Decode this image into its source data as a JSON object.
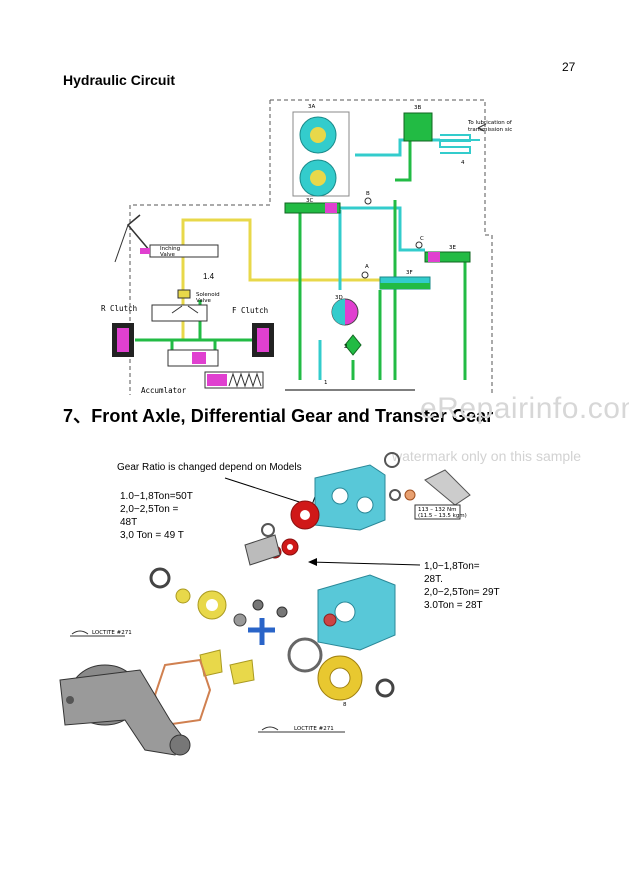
{
  "page_number": "27",
  "section1": {
    "title": "Hydraulic Circuit",
    "labels": {
      "3A": "3A",
      "3B": "3B",
      "3C": "3C",
      "3D": "3D",
      "3E": "3E",
      "3F": "3F",
      "A": "A",
      "B": "B",
      "C": "C",
      "n1": "1",
      "n2": "2",
      "n4": "4",
      "n14": "1.4",
      "lubrication": "To lubrication of",
      "lubrication2": "transmission sic",
      "inching_valve": "Inching",
      "inching_valve2": "Valve",
      "solenoid": "Solenoid",
      "solenoid2": "Valve",
      "r_clutch": "R Clutch",
      "f_clutch": "F Clutch",
      "accumulator": "Accumlator"
    }
  },
  "section2": {
    "title": "7、Front Axle, Differential Gear and Transfer Gear",
    "note_main": "Gear Ratio is changed depend on Models",
    "note_left": [
      "1.0−1,8Ton=50T",
      "2,0−2,5Ton =",
      "48T",
      "3,0 Ton  = 49 T"
    ],
    "note_right": [
      "1,0−1,8Ton=",
      "28T.",
      "2,0−2,5Ton= 29T",
      "3.0Ton   = 28T"
    ],
    "torque_label": "113 – 132 Nm",
    "torque_label2": "(11.5 – 13.5 kgm)",
    "loctite1": "LOCTITE #271",
    "loctite2": "LOCTITE #271",
    "part_label": "8"
  },
  "watermark": {
    "main": "eRepairinfo.com",
    "sub": "watermark only on this sample"
  },
  "colors": {
    "cyan": "#33cccc",
    "green": "#22bb44",
    "yellow": "#e8d84a",
    "magenta": "#e040d0",
    "red": "#d01818",
    "dark_red": "#8a1010",
    "blue": "#2a64c8",
    "teal": "#58c8d8",
    "gray": "#8a8a8a"
  }
}
